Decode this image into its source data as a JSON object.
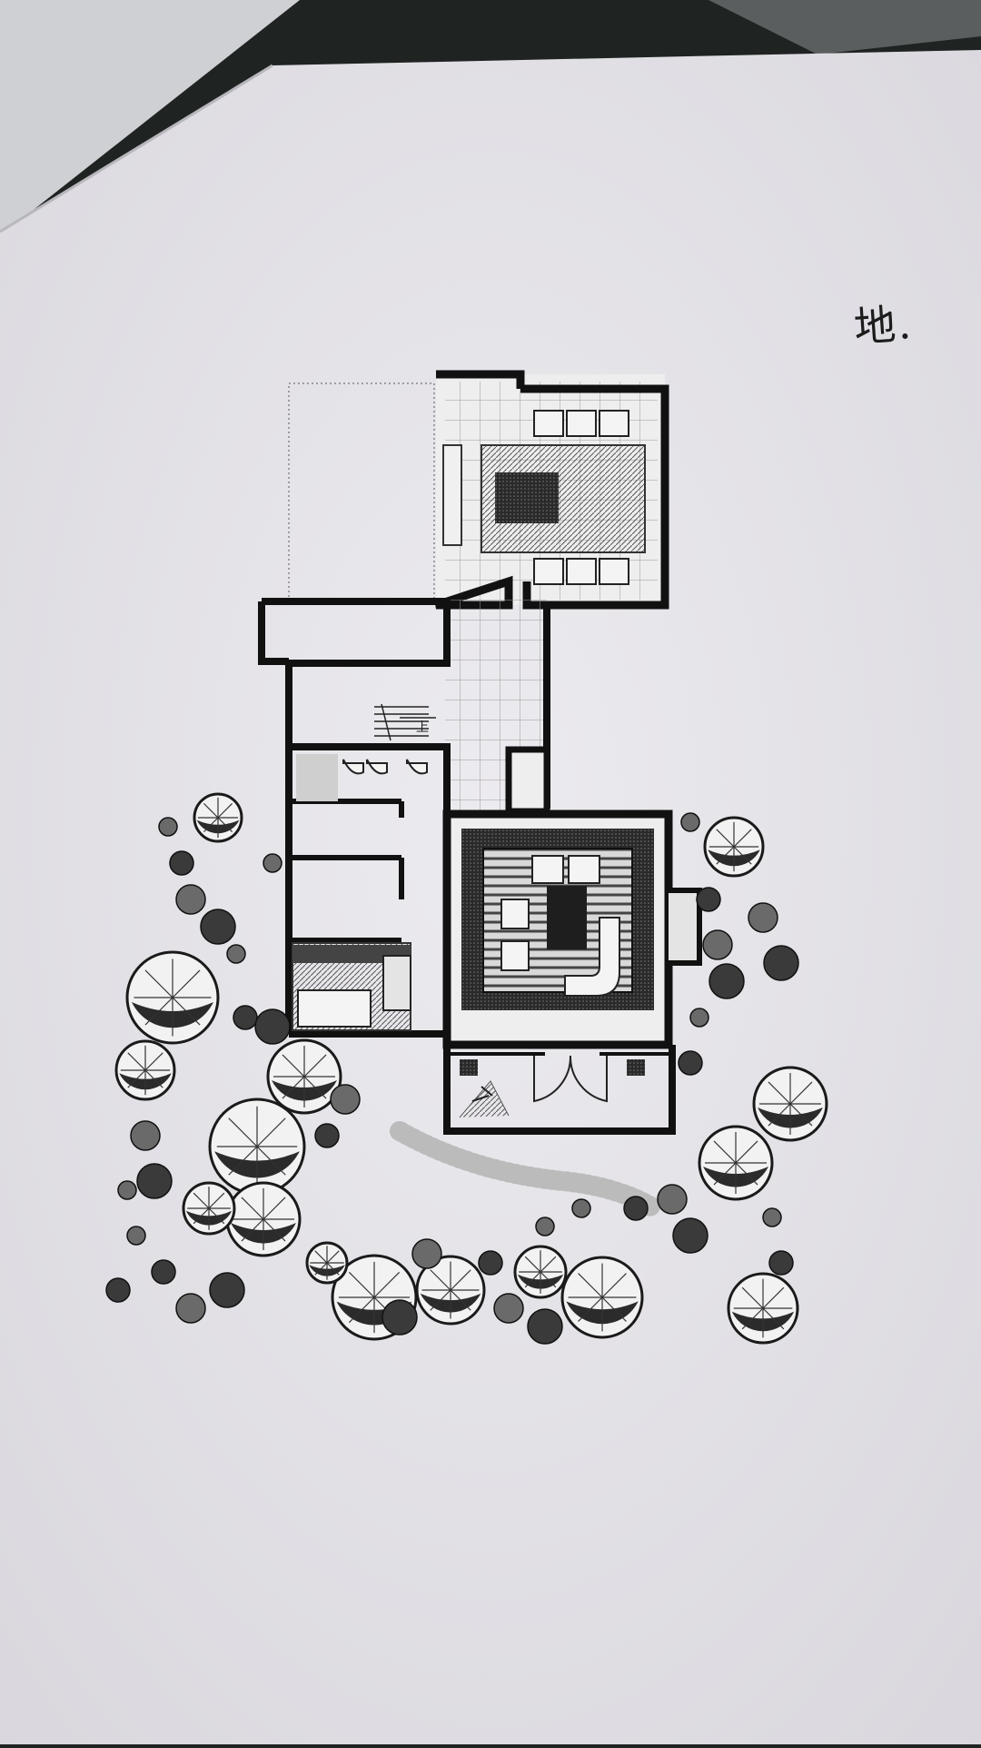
{
  "sheet": {
    "note_text": "地.",
    "stair_label": "上"
  },
  "palette": {
    "paper": "#e8e6eb",
    "paper_shadow": "#d4d2d8",
    "backdrop": "#1f2322",
    "wall": "#111111",
    "tile_line": "#9a9a9a",
    "tree_outline": "#1a1a1a",
    "tree_fill": "#f2f2f2"
  },
  "plan": {
    "rooms": [
      "upper-hall",
      "corridor",
      "side-wing",
      "service-block",
      "living-room",
      "entry-porch"
    ],
    "icons": [
      "tree-icon",
      "shrub-icon",
      "sofa-icon",
      "rug-icon",
      "bed-icon",
      "door-swing-icon",
      "stair-icon"
    ]
  }
}
